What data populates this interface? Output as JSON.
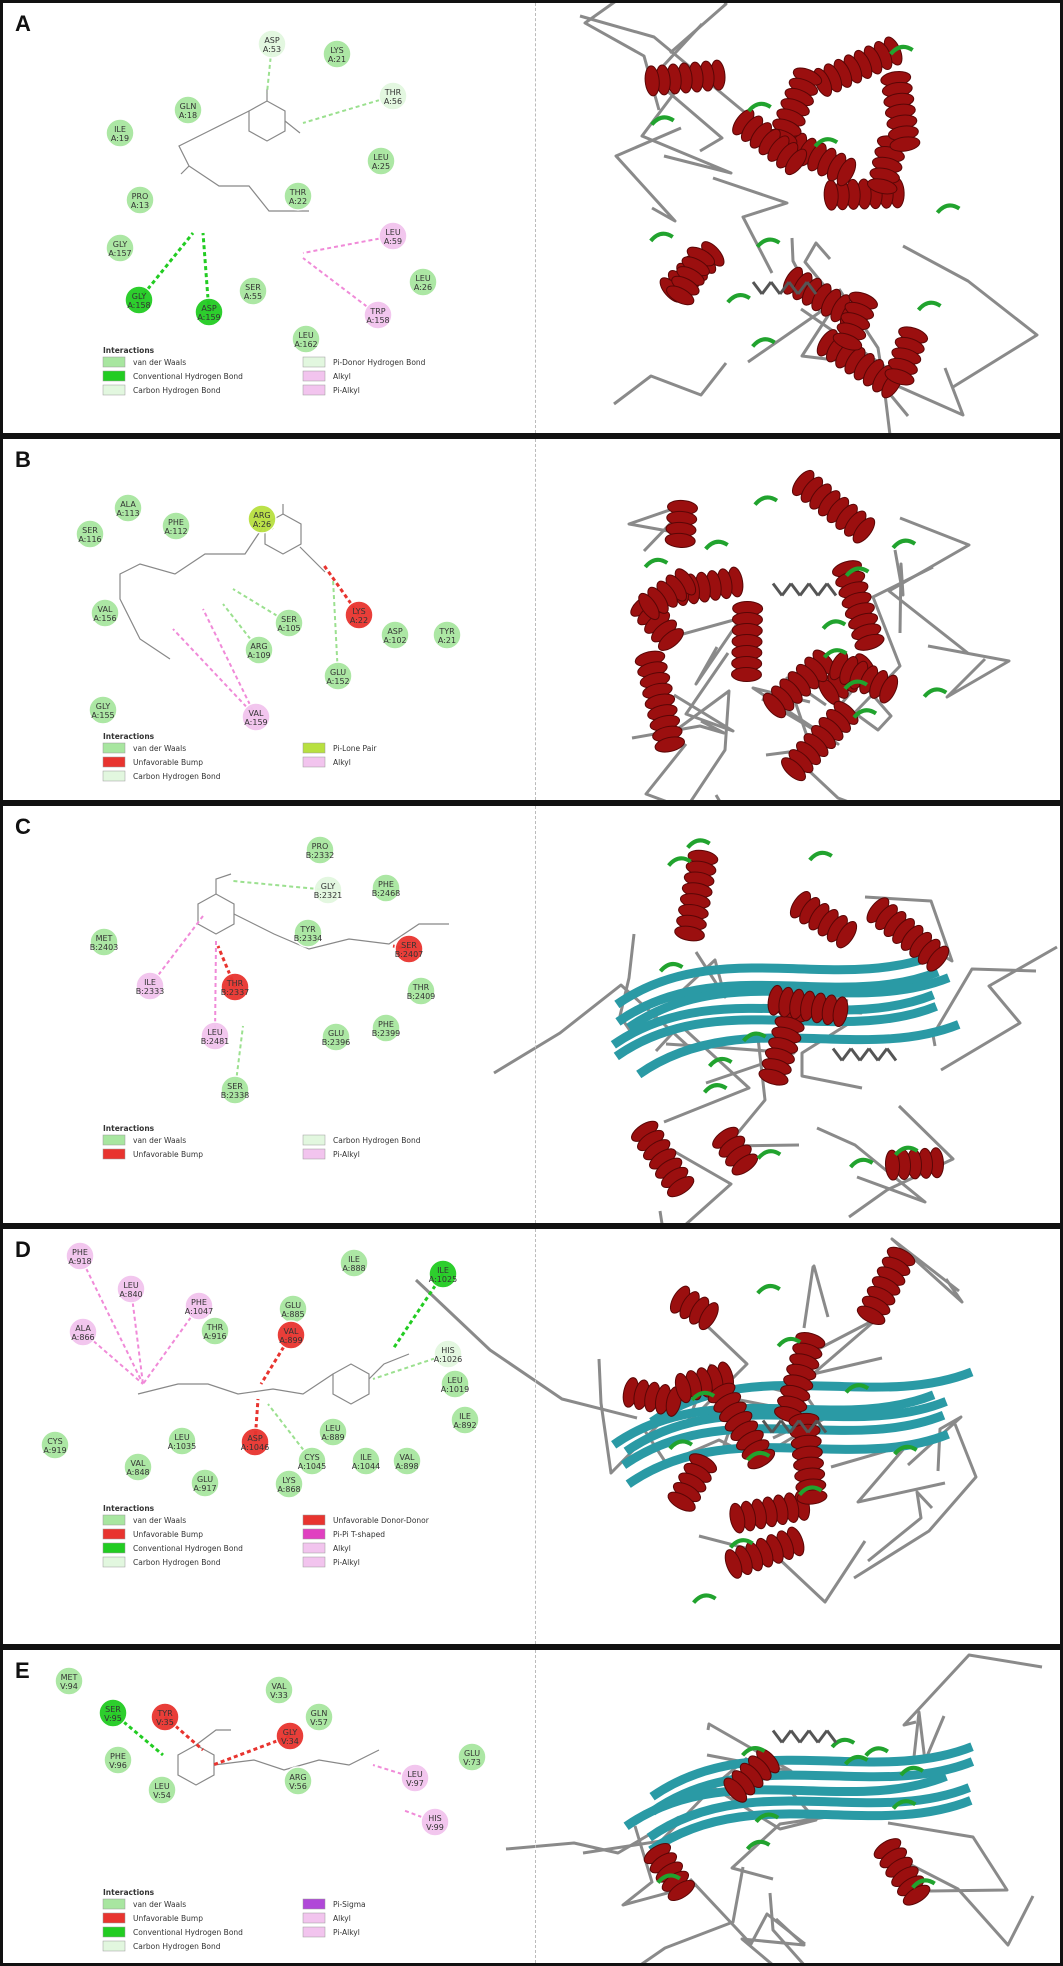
{
  "colors": {
    "vdw": "#a8e6a0",
    "hbond": "#22cc22",
    "chb": "#e2f7df",
    "bump": "#e8342f",
    "alkyl": "#f2c4ee",
    "pilone": "#b8e040",
    "pisigma": "#b048d8",
    "tshaped": "#e040c0",
    "helix": "#9b0f0f",
    "sheet": "#2a9aa5",
    "turn": "#21a32e",
    "coil": "#8a8a8a"
  },
  "panels": [
    {
      "label": "A",
      "residues": [
        {
          "l1": "ASP",
          "l2": "A:53",
          "type": "chb"
        },
        {
          "l1": "LYS",
          "l2": "A:21",
          "type": "vdw"
        },
        {
          "l1": "GLN",
          "l2": "A:18",
          "type": "vdw"
        },
        {
          "l1": "THR",
          "l2": "A:56",
          "type": "chb"
        },
        {
          "l1": "ILE",
          "l2": "A:19",
          "type": "vdw"
        },
        {
          "l1": "LEU",
          "l2": "A:25",
          "type": "vdw"
        },
        {
          "l1": "PRO",
          "l2": "A:13",
          "type": "vdw"
        },
        {
          "l1": "THR",
          "l2": "A:22",
          "type": "vdw"
        },
        {
          "l1": "GLY",
          "l2": "A:157",
          "type": "vdw"
        },
        {
          "l1": "LEU",
          "l2": "A:59",
          "type": "alkyl"
        },
        {
          "l1": "LEU",
          "l2": "A:26",
          "type": "vdw"
        },
        {
          "l1": "GLY",
          "l2": "A:158",
          "type": "hbond"
        },
        {
          "l1": "ASP",
          "l2": "A:159",
          "type": "hbond"
        },
        {
          "l1": "SER",
          "l2": "A:55",
          "type": "vdw"
        },
        {
          "l1": "TRP",
          "l2": "A:158",
          "type": "alkyl"
        },
        {
          "l1": "LEU",
          "l2": "A:162",
          "type": "vdw"
        }
      ],
      "legend_title": "Interactions",
      "legend": [
        {
          "label": "van der Waals",
          "type": "vdw"
        },
        {
          "label": "Conventional Hydrogen Bond",
          "type": "hbond"
        },
        {
          "label": "Carbon Hydrogen Bond",
          "type": "chb"
        },
        {
          "label": "Pi-Donor Hydrogen Bond",
          "type": "chb"
        },
        {
          "label": "Alkyl",
          "type": "alkyl"
        },
        {
          "label": "Pi-Alkyl",
          "type": "alkyl"
        }
      ]
    },
    {
      "label": "B",
      "residues": [
        {
          "l1": "ALA",
          "l2": "A:113",
          "type": "vdw"
        },
        {
          "l1": "PHE",
          "l2": "A:112",
          "type": "vdw"
        },
        {
          "l1": "ARG",
          "l2": "A:26",
          "type": "pilone"
        },
        {
          "l1": "SER",
          "l2": "A:116",
          "type": "vdw"
        },
        {
          "l1": "VAL",
          "l2": "A:156",
          "type": "vdw"
        },
        {
          "l1": "SER",
          "l2": "A:105",
          "type": "vdw"
        },
        {
          "l1": "LYS",
          "l2": "A:22",
          "type": "bump"
        },
        {
          "l1": "ASP",
          "l2": "A:102",
          "type": "vdw"
        },
        {
          "l1": "TYR",
          "l2": "A:21",
          "type": "vdw"
        },
        {
          "l1": "ARG",
          "l2": "A:109",
          "type": "vdw"
        },
        {
          "l1": "GLU",
          "l2": "A:152",
          "type": "vdw"
        },
        {
          "l1": "GLY",
          "l2": "A:155",
          "type": "vdw"
        },
        {
          "l1": "VAL",
          "l2": "A:159",
          "type": "alkyl"
        }
      ],
      "legend_title": "Interactions",
      "legend": [
        {
          "label": "van der Waals",
          "type": "vdw"
        },
        {
          "label": "Unfavorable Bump",
          "type": "bump"
        },
        {
          "label": "Carbon Hydrogen Bond",
          "type": "chb"
        },
        {
          "label": "Pi-Lone Pair",
          "type": "pilone"
        },
        {
          "label": "Alkyl",
          "type": "alkyl"
        }
      ]
    },
    {
      "label": "C",
      "residues": [
        {
          "l1": "PRO",
          "l2": "B:2332",
          "type": "vdw"
        },
        {
          "l1": "GLY",
          "l2": "B:2321",
          "type": "chb"
        },
        {
          "l1": "PHE",
          "l2": "B:2468",
          "type": "vdw"
        },
        {
          "l1": "TYR",
          "l2": "B:2334",
          "type": "vdw"
        },
        {
          "l1": "MET",
          "l2": "B:2403",
          "type": "vdw"
        },
        {
          "l1": "SER",
          "l2": "B:2407",
          "type": "bump"
        },
        {
          "l1": "ILE",
          "l2": "B:2333",
          "type": "alkyl"
        },
        {
          "l1": "THR",
          "l2": "B:2337",
          "type": "bump"
        },
        {
          "l1": "THR",
          "l2": "B:2409",
          "type": "vdw"
        },
        {
          "l1": "LEU",
          "l2": "B:2481",
          "type": "alkyl"
        },
        {
          "l1": "GLU",
          "l2": "B:2396",
          "type": "vdw"
        },
        {
          "l1": "PHE",
          "l2": "B:2399",
          "type": "vdw"
        },
        {
          "l1": "SER",
          "l2": "B:2338",
          "type": "vdw"
        }
      ],
      "legend_title": "Interactions",
      "legend": [
        {
          "label": "van der Waals",
          "type": "vdw"
        },
        {
          "label": "Unfavorable Bump",
          "type": "bump"
        },
        {
          "label": "Carbon Hydrogen Bond",
          "type": "chb"
        },
        {
          "label": "Pi-Alkyl",
          "type": "alkyl"
        }
      ]
    },
    {
      "label": "D",
      "residues": [
        {
          "l1": "PHE",
          "l2": "A:918",
          "type": "alkyl"
        },
        {
          "l1": "LEU",
          "l2": "A:840",
          "type": "alkyl"
        },
        {
          "l1": "ILE",
          "l2": "A:888",
          "type": "vdw"
        },
        {
          "l1": "ILE",
          "l2": "A:1025",
          "type": "hbond"
        },
        {
          "l1": "PHE",
          "l2": "A:1047",
          "type": "alkyl"
        },
        {
          "l1": "GLU",
          "l2": "A:885",
          "type": "vdw"
        },
        {
          "l1": "ALA",
          "l2": "A:866",
          "type": "alkyl"
        },
        {
          "l1": "THR",
          "l2": "A:916",
          "type": "vdw"
        },
        {
          "l1": "VAL",
          "l2": "A:899",
          "type": "bump"
        },
        {
          "l1": "HIS",
          "l2": "A:1026",
          "type": "chb"
        },
        {
          "l1": "LEU",
          "l2": "A:1019",
          "type": "vdw"
        },
        {
          "l1": "CYS",
          "l2": "A:919",
          "type": "vdw"
        },
        {
          "l1": "LEU",
          "l2": "A:1035",
          "type": "vdw"
        },
        {
          "l1": "ASP",
          "l2": "A:1046",
          "type": "bump"
        },
        {
          "l1": "LEU",
          "l2": "A:889",
          "type": "vdw"
        },
        {
          "l1": "CYS",
          "l2": "A:1045",
          "type": "vdw"
        },
        {
          "l1": "ILE",
          "l2": "A:1044",
          "type": "vdw"
        },
        {
          "l1": "VAL",
          "l2": "A:898",
          "type": "vdw"
        },
        {
          "l1": "ILE",
          "l2": "A:892",
          "type": "vdw"
        },
        {
          "l1": "VAL",
          "l2": "A:848",
          "type": "vdw"
        },
        {
          "l1": "GLU",
          "l2": "A:917",
          "type": "vdw"
        },
        {
          "l1": "LYS",
          "l2": "A:868",
          "type": "vdw"
        }
      ],
      "legend_title": "Interactions",
      "legend": [
        {
          "label": "van der Waals",
          "type": "vdw"
        },
        {
          "label": "Unfavorable Bump",
          "type": "bump"
        },
        {
          "label": "Conventional Hydrogen Bond",
          "type": "hbond"
        },
        {
          "label": "Carbon Hydrogen Bond",
          "type": "chb"
        },
        {
          "label": "Unfavorable Donor-Donor",
          "type": "bump"
        },
        {
          "label": "Pi-Pi T-shaped",
          "type": "tshaped"
        },
        {
          "label": "Alkyl",
          "type": "alkyl"
        },
        {
          "label": "Pi-Alkyl",
          "type": "alkyl"
        }
      ]
    },
    {
      "label": "E",
      "residues": [
        {
          "l1": "MET",
          "l2": "V:94",
          "type": "vdw"
        },
        {
          "l1": "VAL",
          "l2": "V:33",
          "type": "vdw"
        },
        {
          "l1": "SER",
          "l2": "V:95",
          "type": "hbond"
        },
        {
          "l1": "TYR",
          "l2": "V:35",
          "type": "bump"
        },
        {
          "l1": "GLN",
          "l2": "V:57",
          "type": "vdw"
        },
        {
          "l1": "GLY",
          "l2": "V:34",
          "type": "bump"
        },
        {
          "l1": "GLU",
          "l2": "V:73",
          "type": "vdw"
        },
        {
          "l1": "PHE",
          "l2": "V:96",
          "type": "vdw"
        },
        {
          "l1": "LEU",
          "l2": "V:97",
          "type": "alkyl"
        },
        {
          "l1": "ARG",
          "l2": "V:56",
          "type": "vdw"
        },
        {
          "l1": "LEU",
          "l2": "V:54",
          "type": "vdw"
        },
        {
          "l1": "HIS",
          "l2": "V:99",
          "type": "alkyl"
        }
      ],
      "legend_title": "Interactions",
      "legend": [
        {
          "label": "van der Waals",
          "type": "vdw"
        },
        {
          "label": "Unfavorable Bump",
          "type": "bump"
        },
        {
          "label": "Conventional Hydrogen Bond",
          "type": "hbond"
        },
        {
          "label": "Carbon Hydrogen Bond",
          "type": "chb"
        },
        {
          "label": "Pi-Sigma",
          "type": "pisigma"
        },
        {
          "label": "Alkyl",
          "type": "alkyl"
        },
        {
          "label": "Pi-Alkyl",
          "type": "alkyl"
        }
      ]
    }
  ]
}
